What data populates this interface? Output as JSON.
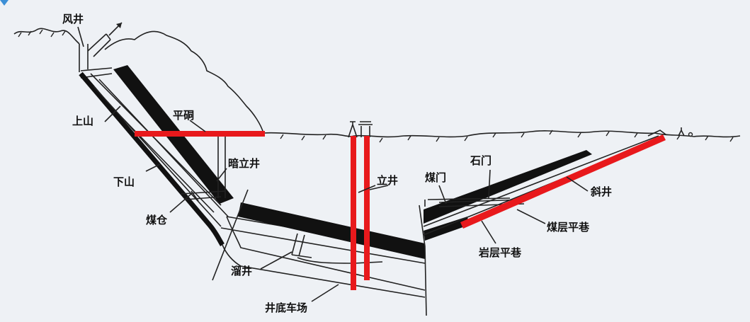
{
  "diagram": {
    "labels": {
      "feng_jing": "风井",
      "shang_shan": "上山",
      "ping_dong": "平硐",
      "an_li_jing": "暗立井",
      "xia_shan": "下山",
      "mei_cang": "煤仓",
      "liu_jing": "溜井",
      "jing_di_che_chang": "井底车场",
      "li_jing": "立井",
      "mei_men": "煤门",
      "shi_men": "石门",
      "xie_jing": "斜井",
      "mei_ceng_ping_xiang": "煤层平巷",
      "yan_ceng_ping_xiang": "岩层平巷"
    },
    "colors": {
      "highlight": "#e8191c",
      "seam": "#111111",
      "line": "#222222",
      "background": "#eef1f5"
    }
  }
}
